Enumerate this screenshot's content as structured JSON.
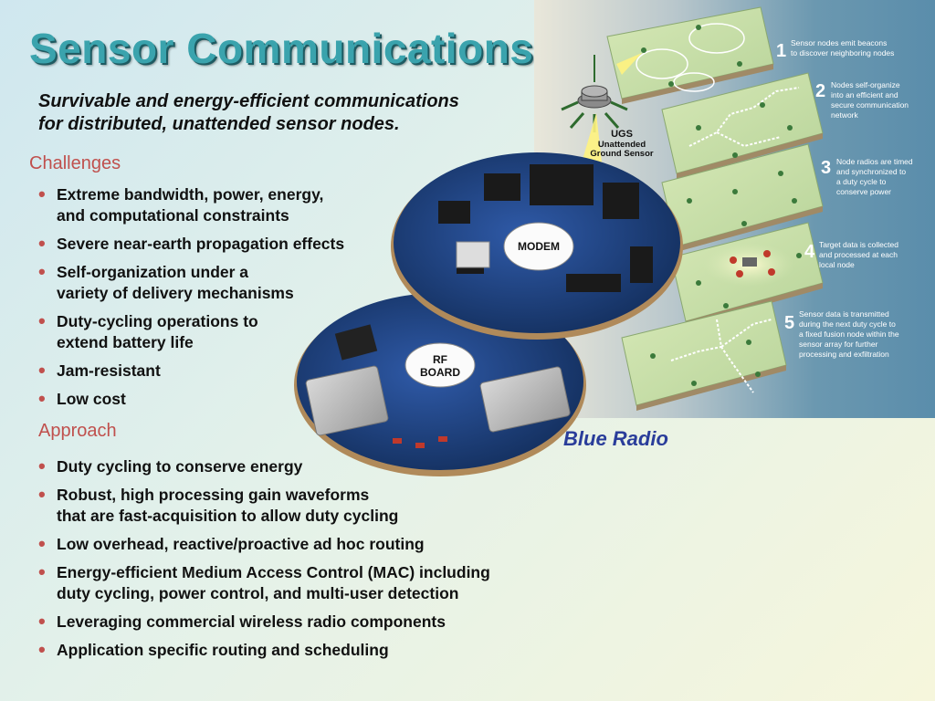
{
  "slide": {
    "title": "Sensor Communications",
    "subtitle": {
      "line1": "Survivable and energy-efficient communications",
      "line2": "for distributed, unattended sensor nodes."
    },
    "challenges": {
      "heading": "Challenges",
      "items": [
        {
          "lines": [
            "Extreme bandwidth, power, energy,",
            "and computational constraints"
          ]
        },
        {
          "lines": [
            "Severe near-earth propagation effects"
          ]
        },
        {
          "lines": [
            "Self-organization under a",
            "variety of delivery mechanisms"
          ]
        },
        {
          "lines": [
            "Duty-cycling operations to",
            "extend battery life"
          ]
        },
        {
          "lines": [
            "Jam-resistant"
          ]
        },
        {
          "lines": [
            "Low cost"
          ]
        }
      ]
    },
    "approach": {
      "heading": "Approach",
      "items": [
        {
          "lines": [
            "Duty cycling to conserve energy"
          ]
        },
        {
          "lines": [
            "Robust, high processing gain  waveforms",
            "that are fast-acquisition to allow duty cycling"
          ]
        },
        {
          "lines": [
            "Low overhead, reactive/proactive  ad hoc routing"
          ]
        },
        {
          "lines": [
            "Energy-efficient Medium Access Control (MAC) including",
            "duty cycling, power control, and multi-user detection"
          ]
        },
        {
          "lines": [
            "Leveraging commercial wireless radio components"
          ]
        },
        {
          "lines": [
            "Application specific routing and scheduling"
          ]
        }
      ]
    },
    "boards": {
      "modem_label": "MODEM",
      "rf_label_line1": "RF",
      "rf_label_line2": "BOARD",
      "caption": "Blue Radio"
    },
    "diagram": {
      "ugs_title": "UGS",
      "ugs_sub1": "Unattended",
      "ugs_sub2": "Ground Sensor",
      "steps": [
        {
          "num": "1",
          "lines": [
            "Sensor nodes emit beacons",
            "to discover neighboring nodes"
          ]
        },
        {
          "num": "2",
          "lines": [
            "Nodes self-organize",
            "into an efficient and",
            "secure communication",
            "network"
          ]
        },
        {
          "num": "3",
          "lines": [
            "Node radios are timed",
            "and synchronized to",
            "a duty cycle to",
            "conserve power"
          ]
        },
        {
          "num": "4",
          "lines": [
            "Target data is collected",
            "and processed at each",
            "local node"
          ]
        },
        {
          "num": "5",
          "lines": [
            "Sensor data is transmitted",
            "during the next duty cycle to",
            "a fixed fusion node within the",
            "sensor array for further",
            "processing and exfiltration"
          ]
        }
      ]
    },
    "colors": {
      "title": "#3aa3ad",
      "section": "#c0504d",
      "caption": "#2a3d9a",
      "panel": "#c8dfa8",
      "board": "#1d3f86"
    }
  }
}
